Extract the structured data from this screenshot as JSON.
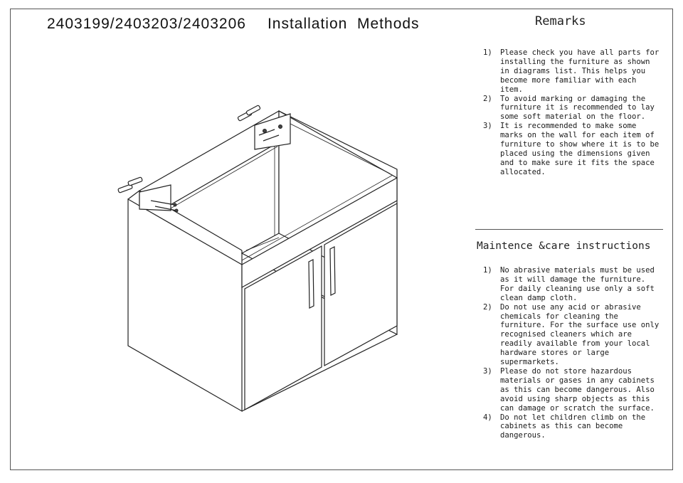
{
  "title": {
    "codes": "2403199/2403203/2403206",
    "text": "Installation  Methods"
  },
  "remarks": {
    "heading": "Remarks",
    "items": [
      {
        "num": "1)",
        "text": "Please check you have all parts for installing the furniture as shown in diagrams list. This helps you become more familiar with each item."
      },
      {
        "num": "2)",
        "text": "To avoid marking or damaging the furniture it is recommended to lay some soft material on the floor."
      },
      {
        "num": "3)",
        "text": "It is recommended to make some marks on the wall for each item of furniture to show where it is to be placed using the dimensions given and to make sure it fits the space allocated."
      }
    ]
  },
  "care": {
    "heading": "Maintence &care instructions",
    "items": [
      {
        "num": "1)",
        "text": "No abrasive materials must be used as it will damage the furniture. For daily cleaning use only a soft clean damp cloth."
      },
      {
        "num": "2)",
        "text": "Do not use any acid or abrasive chemicals for cleaning the furniture. For the surface use only recognised cleaners which are readily available from your local hardware stores or large supermarkets."
      },
      {
        "num": "3)",
        "text": "Please do not store hazardous materials or gases in any cabinets as this can become dangerous. Also avoid using sharp objects as this can damage or scratch the surface."
      },
      {
        "num": "4)",
        "text": "Do not let children climb on the cabinets as this can become dangerous."
      }
    ]
  },
  "drawing": {
    "subject": "cabinet-wall-mounting-diagram",
    "line_color": "#222222",
    "paper_color": "#ffffff"
  }
}
